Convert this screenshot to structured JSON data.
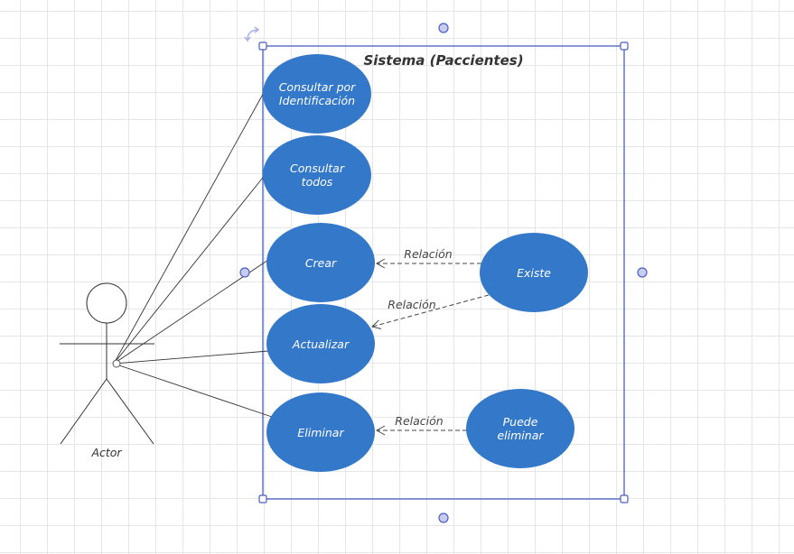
{
  "system": {
    "title": "Sistema (Paccientes)"
  },
  "actor": {
    "label": "Actor"
  },
  "use_cases": {
    "consultar_id": [
      "Consultar por",
      "Identificación"
    ],
    "consultar_todos": [
      "Consultar",
      "todos"
    ],
    "crear": [
      "Crear"
    ],
    "actualizar": [
      "Actualizar"
    ],
    "eliminar": [
      "Eliminar"
    ],
    "existe": [
      "Existe"
    ],
    "puede_eliminar": [
      "Puede",
      "eliminar"
    ]
  },
  "relations": {
    "existe_crear": "Relación",
    "existe_actualizar": "Relación",
    "puede_eliminar_eliminar": "Relación"
  },
  "colors": {
    "use_case_fill": "#3478c9",
    "boundary_stroke": "#4a5fc1",
    "handle_fill": "#c8cdf0",
    "line": "#333333"
  }
}
